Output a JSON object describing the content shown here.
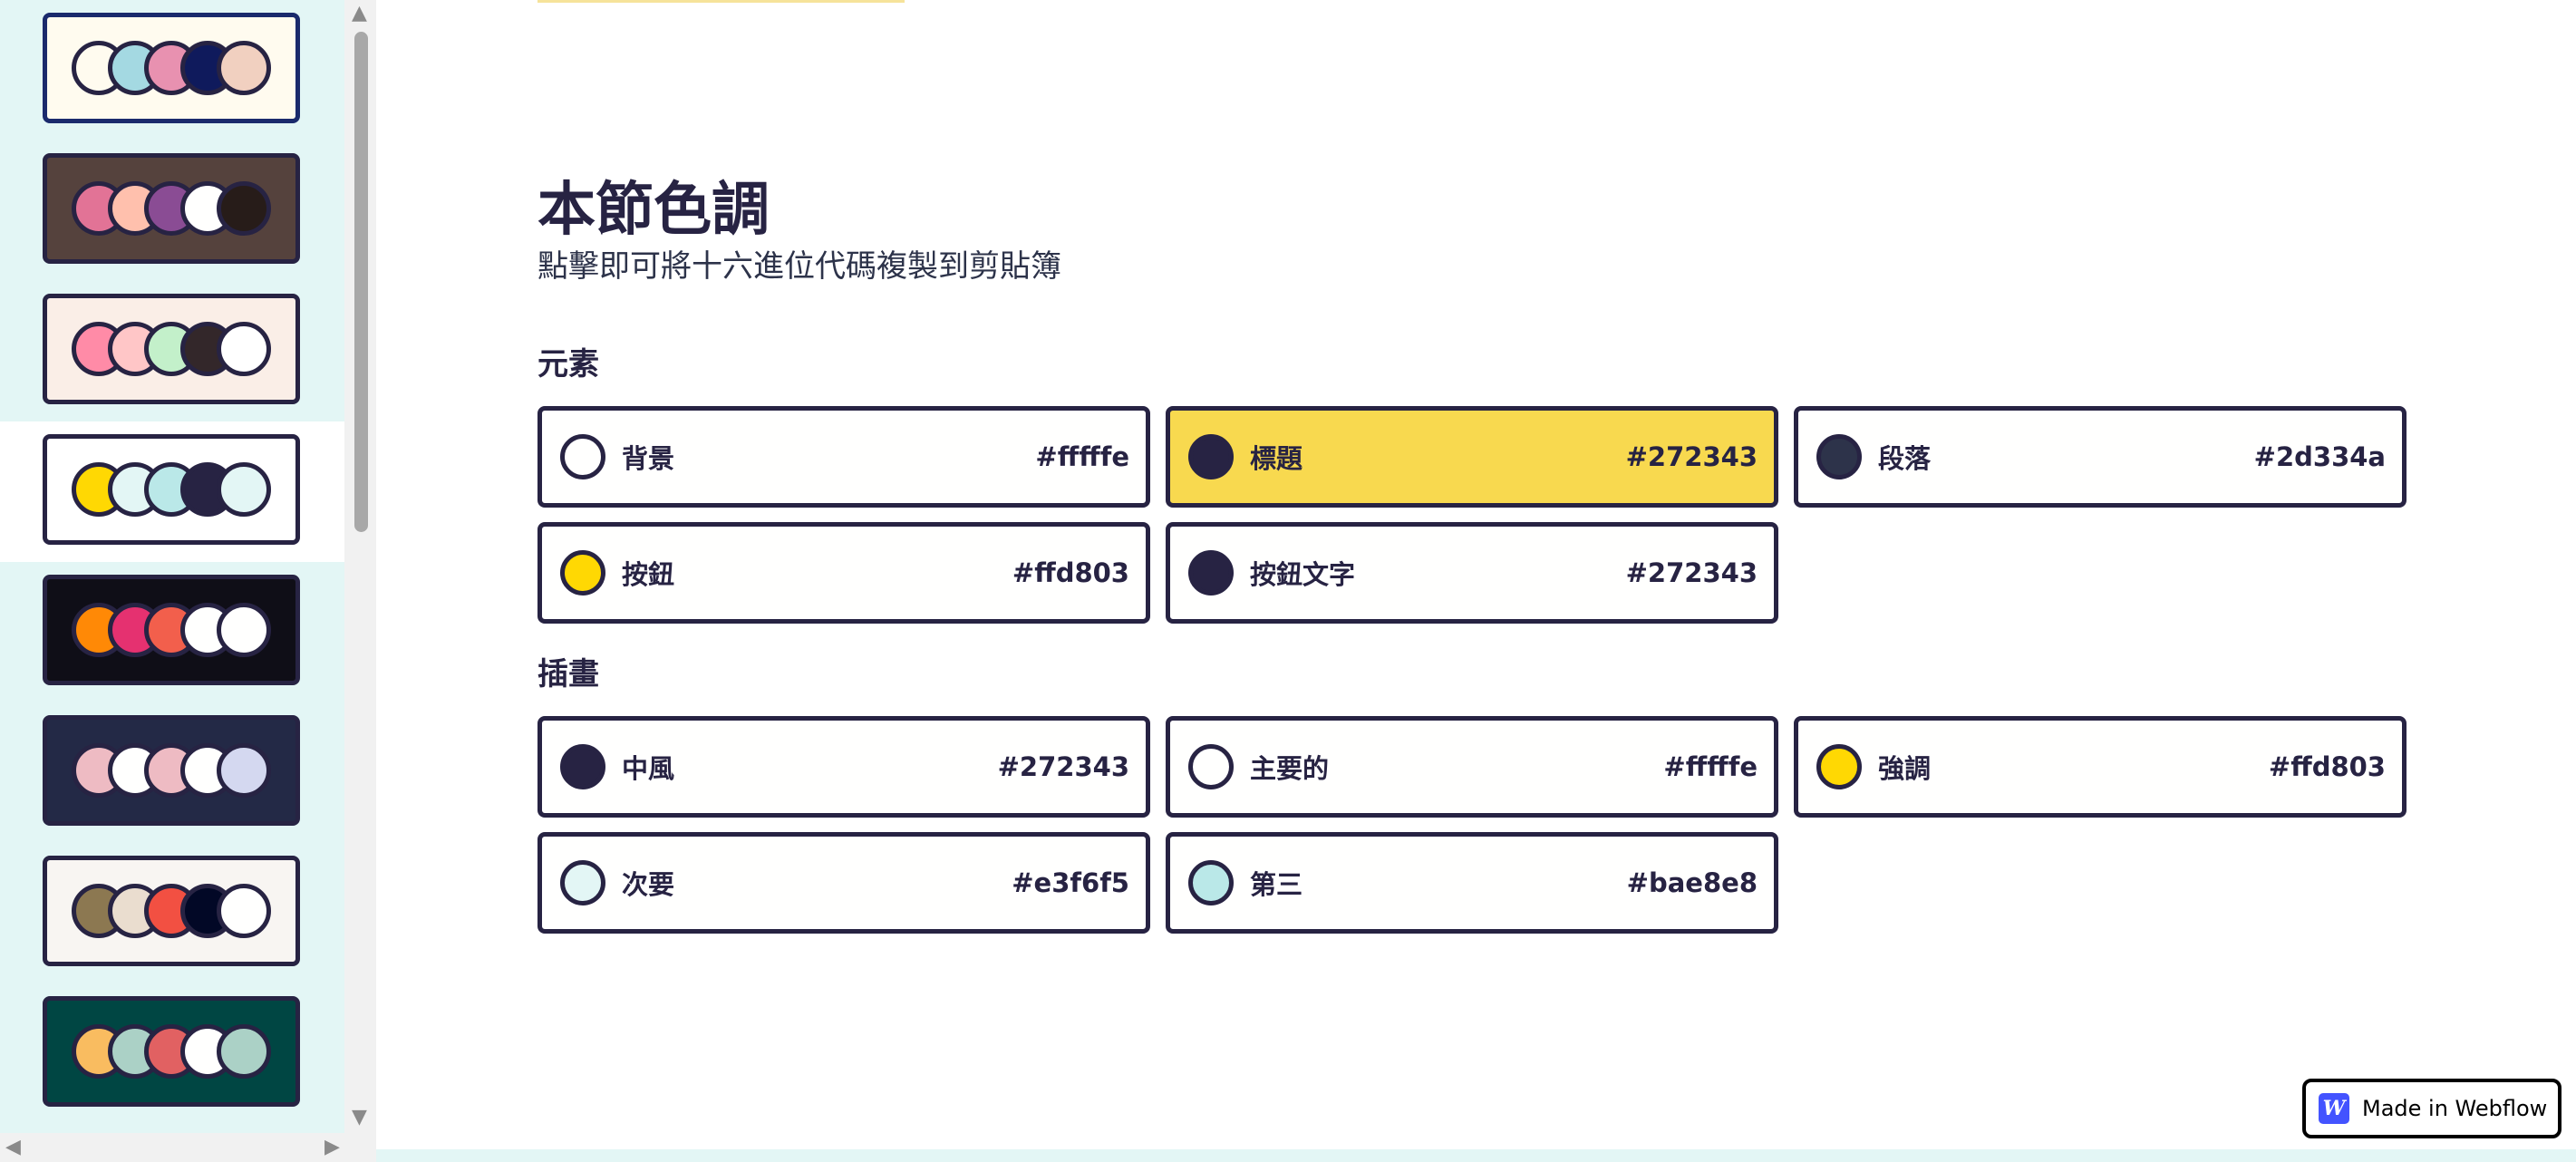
{
  "sidebar": {
    "palettes": [
      {
        "background": "#fffbef",
        "colors": [
          "#fffbef",
          "#a4d9e2",
          "#e891b0",
          "#0f1a5c",
          "#f1d0c0"
        ],
        "selected": true
      },
      {
        "background": "#55423d",
        "colors": [
          "#e27396",
          "#ffc0ad",
          "#8a4c94",
          "#fffffe",
          "#271c19"
        ]
      },
      {
        "background": "#faeee7",
        "colors": [
          "#ff8ba7",
          "#ffc6c7",
          "#c3f0ca",
          "#33272a",
          "#ffffff"
        ]
      },
      {
        "background": "#ffffff",
        "colors": [
          "#ffd803",
          "#e3f6f5",
          "#bae8e8",
          "#272343",
          "#e3f6f5"
        ],
        "active": true
      },
      {
        "background": "#0f0e17",
        "colors": [
          "#ff8906",
          "#e53170",
          "#f25f4c",
          "#fffffe",
          "#fffffe"
        ]
      },
      {
        "background": "#232946",
        "colors": [
          "#eebbc3",
          "#fffffe",
          "#eebbc3",
          "#fffffe",
          "#d4d8f0"
        ]
      },
      {
        "background": "#f8f5f2",
        "colors": [
          "#8c7851",
          "#eaddcf",
          "#f25042",
          "#020826",
          "#fffffe"
        ]
      },
      {
        "background": "#004643",
        "colors": [
          "#f9bc60",
          "#abd1c6",
          "#e16162",
          "#fffffe",
          "#abd1c6"
        ]
      }
    ]
  },
  "main": {
    "title": "本節色調",
    "subtitle": "點擊即可將十六進位代碼複製到剪貼簿",
    "sections": [
      {
        "heading": "元素",
        "swatches": [
          {
            "label": "背景",
            "hex": "#fffffe",
            "color": "#fffffe"
          },
          {
            "label": "標題",
            "hex": "#272343",
            "color": "#272343",
            "highlight": true
          },
          {
            "label": "段落",
            "hex": "#2d334a",
            "color": "#2d334a"
          },
          {
            "label": "按鈕",
            "hex": "#ffd803",
            "color": "#ffd803"
          },
          {
            "label": "按鈕文字",
            "hex": "#272343",
            "color": "#272343"
          }
        ]
      },
      {
        "heading": "插畫",
        "swatches": [
          {
            "label": "中風",
            "hex": "#272343",
            "color": "#272343"
          },
          {
            "label": "主要的",
            "hex": "#fffffe",
            "color": "#fffffe"
          },
          {
            "label": "強調",
            "hex": "#ffd803",
            "color": "#ffd803"
          },
          {
            "label": "次要",
            "hex": "#e3f6f5",
            "color": "#e3f6f5"
          },
          {
            "label": "第三",
            "hex": "#bae8e8",
            "color": "#bae8e8"
          }
        ]
      }
    ]
  },
  "badge": {
    "logo": "W",
    "text": "Made in Webflow"
  },
  "colors": {
    "highlight": "#f8d94f",
    "sidebar_bg": "#e3f6f5",
    "stroke": "#272343"
  }
}
